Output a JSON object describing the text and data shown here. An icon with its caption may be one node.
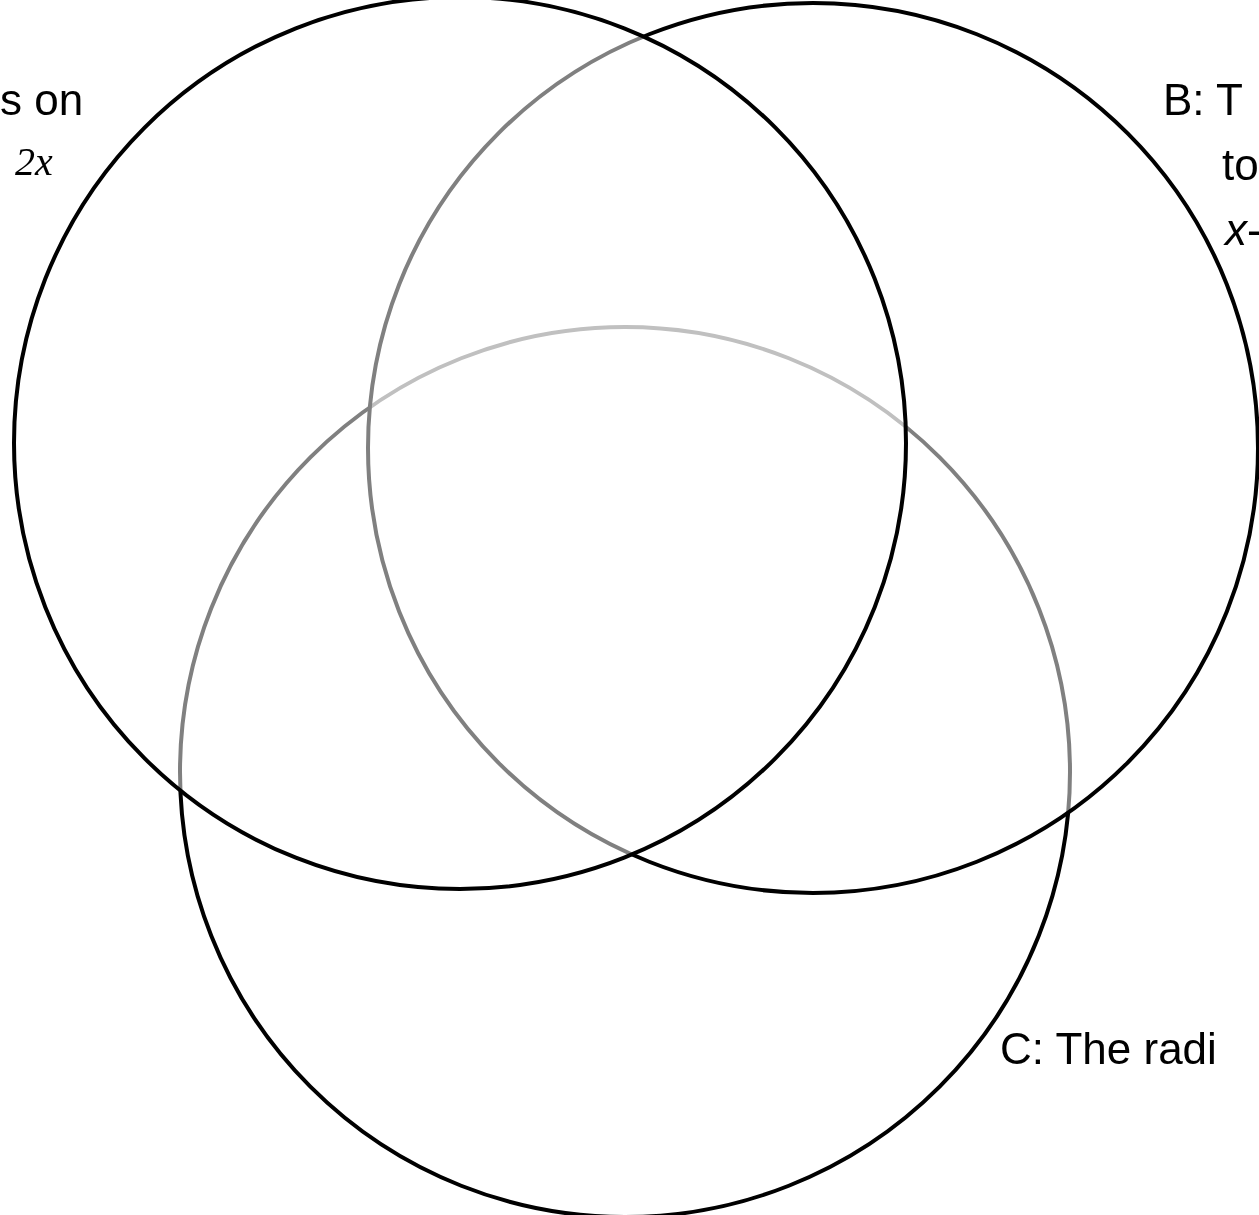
{
  "diagram": {
    "nodes": [
      {
        "text": [],
        "shape": "circle",
        "beside": [
          "s on",
          "2x"
        ]
      },
      {
        "text": [],
        "shape": "circle",
        "beside": [
          "B: T",
          "to",
          "*x*-"
        ]
      },
      {
        "text": [],
        "shape": "circle",
        "beside": [
          "C: The radi"
        ]
      }
    ]
  }
}
